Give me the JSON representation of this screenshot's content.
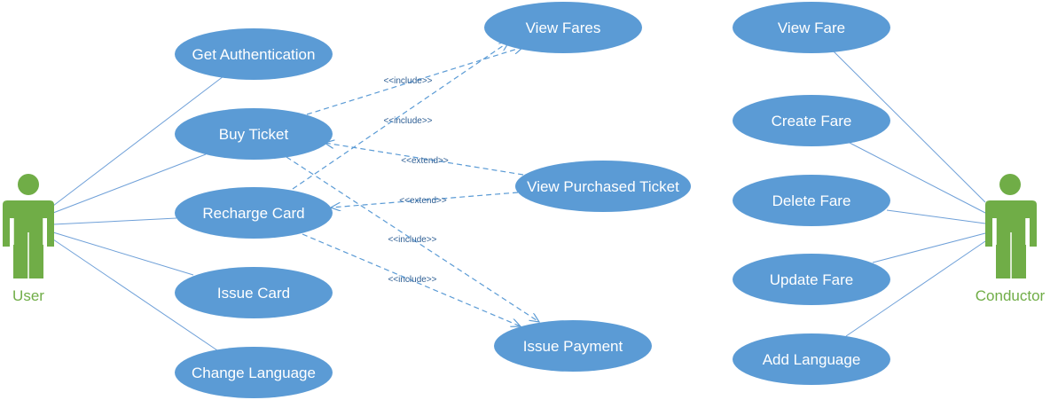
{
  "actors": [
    {
      "id": "user",
      "name": "User"
    },
    {
      "id": "conductor",
      "name": "Conductor"
    }
  ],
  "use_cases": [
    {
      "id": "get-authentication",
      "label": "Get Authentication"
    },
    {
      "id": "buy-ticket",
      "label": "Buy Ticket"
    },
    {
      "id": "recharge-card",
      "label": "Recharge Card"
    },
    {
      "id": "issue-card",
      "label": "Issue Card"
    },
    {
      "id": "change-language",
      "label": "Change Language"
    },
    {
      "id": "view-fares",
      "label": "View Fares"
    },
    {
      "id": "view-purchased-ticket",
      "label": "View Purchased Ticket"
    },
    {
      "id": "issue-payment",
      "label": "Issue Payment"
    },
    {
      "id": "view-fare",
      "label": "View Fare"
    },
    {
      "id": "create-fare",
      "label": "Create Fare"
    },
    {
      "id": "delete-fare",
      "label": "Delete Fare"
    },
    {
      "id": "update-fare",
      "label": "Update Fare"
    },
    {
      "id": "add-language",
      "label": "Add Language"
    }
  ],
  "associations": [
    {
      "actor": "user",
      "use_case": "get-authentication"
    },
    {
      "actor": "user",
      "use_case": "buy-ticket"
    },
    {
      "actor": "user",
      "use_case": "recharge-card"
    },
    {
      "actor": "user",
      "use_case": "issue-card"
    },
    {
      "actor": "user",
      "use_case": "change-language"
    },
    {
      "actor": "conductor",
      "use_case": "view-fare"
    },
    {
      "actor": "conductor",
      "use_case": "create-fare"
    },
    {
      "actor": "conductor",
      "use_case": "delete-fare"
    },
    {
      "actor": "conductor",
      "use_case": "update-fare"
    },
    {
      "actor": "conductor",
      "use_case": "add-language"
    }
  ],
  "relationships": [
    {
      "from": "buy-ticket",
      "to": "view-fares",
      "label": "<<include>>"
    },
    {
      "from": "recharge-card",
      "to": "view-fares",
      "label": "<<include>>"
    },
    {
      "from": "view-purchased-ticket",
      "to": "buy-ticket",
      "label": "<<extend>>"
    },
    {
      "from": "view-purchased-ticket",
      "to": "recharge-card",
      "label": "<<extend>>"
    },
    {
      "from": "buy-ticket",
      "to": "issue-payment",
      "label": "<<include>>"
    },
    {
      "from": "recharge-card",
      "to": "issue-payment",
      "label": "<<include>>"
    }
  ]
}
